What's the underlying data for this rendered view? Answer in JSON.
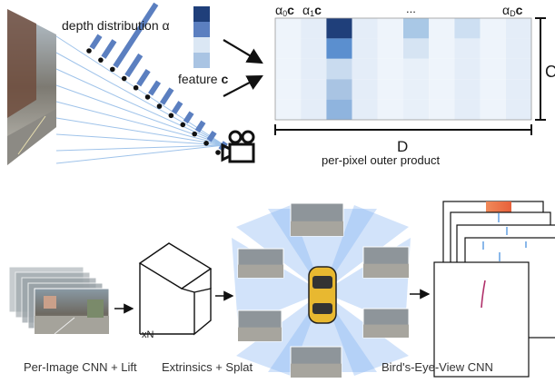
{
  "top": {
    "depth_label_prefix": "depth distribution ",
    "depth_label_symbol": "α",
    "feature_label_prefix": "feature ",
    "feature_label_symbol": "c",
    "col_label_0_base": "α",
    "col_label_0_sub": "0",
    "col_label_1_base": "α",
    "col_label_1_sub": "1",
    "col_label_last_base": "α",
    "col_label_last_sub": "D",
    "col_label_c": "c",
    "ellipsis": "...",
    "dim_c": "C",
    "dim_d": "D",
    "caption": "per-pixel outer product"
  },
  "bottom": {
    "stage1_caption": "Per-Image CNN + Lift",
    "stage2_caption": "Extrinsics + Splat",
    "stage3_caption": "Bird's-Eye-View CNN",
    "xn_label": "xN"
  },
  "colors": {
    "dark_blue": "#1f3f7a",
    "mid_blue": "#5b7fc0",
    "light_blue": "#a9c4e3",
    "pale_blue": "#dbe7f4",
    "ray_blue": "#9fc3ea",
    "splat_blue": "#7fb0f0"
  },
  "icons": {
    "camera": "camera-icon",
    "car": "car-icon"
  }
}
